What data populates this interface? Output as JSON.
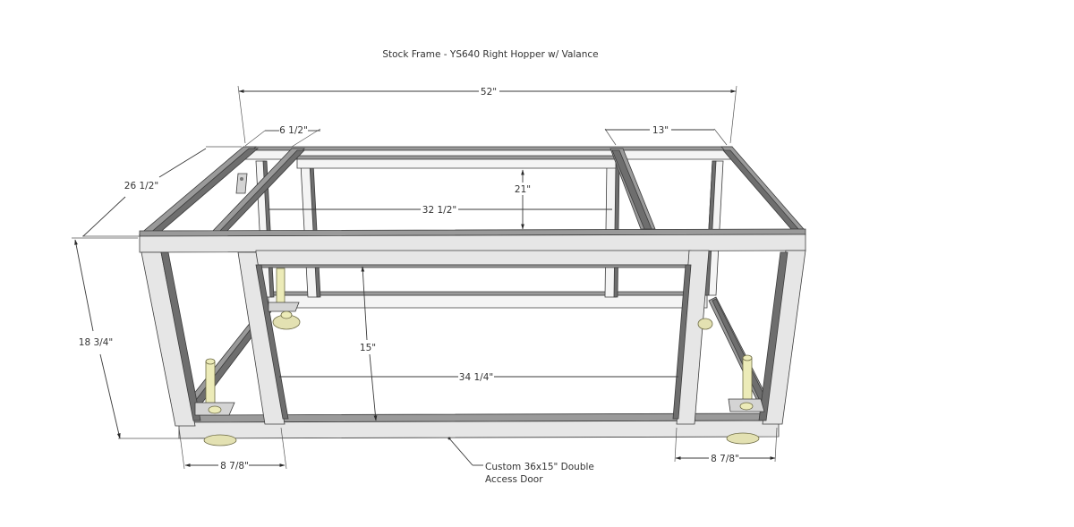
{
  "diagram": {
    "title": "Stock Frame - YS640 Right Hopper w/ Valance",
    "colors": {
      "background": "#ffffff",
      "frame_light": "#ececec",
      "frame_dark": "#6e6e6e",
      "leveler": "#ecebb8",
      "dimension_line": "#3a3a3a",
      "text": "#333333"
    },
    "dimensions": {
      "overall_length": "52\"",
      "left_section_width": "6 1/2\"",
      "right_section_width": "13\"",
      "depth": "26 1/2\"",
      "inner_length_top": "32 1/2\"",
      "inner_height_top": "21\"",
      "overall_height": "18 3/4\"",
      "door_height": "15\"",
      "door_width": "34 1/4\"",
      "left_leg_offset": "8 7/8\"",
      "right_leg_offset": "8 7/8\""
    },
    "callouts": {
      "door_note_line1": "Custom 36x15\" Double",
      "door_note_line2": "Access Door"
    }
  }
}
